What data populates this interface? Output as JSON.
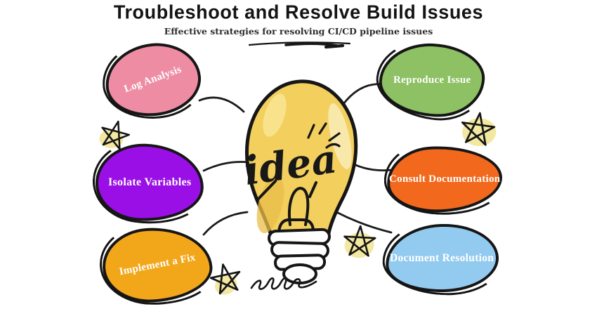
{
  "header": {
    "title": "Troubleshoot and Resolve Build Issues",
    "subtitle": "Effective strategies for resolving CI/CD pipeline issues"
  },
  "diagram": {
    "center_label": "idea",
    "nodes": [
      {
        "id": "log-analysis",
        "label": "Log Analysis",
        "color": "#ee8ca4"
      },
      {
        "id": "isolate-variables",
        "label": "Isolate Variables",
        "color": "#9a0fe6"
      },
      {
        "id": "implement-a-fix",
        "label": "Implement a Fix",
        "color": "#f2a71b"
      },
      {
        "id": "reproduce-issue",
        "label": "Reproduce Issue",
        "color": "#8dc164"
      },
      {
        "id": "consult-documentation",
        "label": "Consult Documentation",
        "color": "#f2691d"
      },
      {
        "id": "document-resolution",
        "label": "Document Resolution",
        "color": "#93caef"
      }
    ],
    "decorations": {
      "star_count": 4,
      "star_fill": "#f3e8a2",
      "ink_color": "#1a1a1a",
      "bulb_fill": "#f3cf5e"
    }
  }
}
